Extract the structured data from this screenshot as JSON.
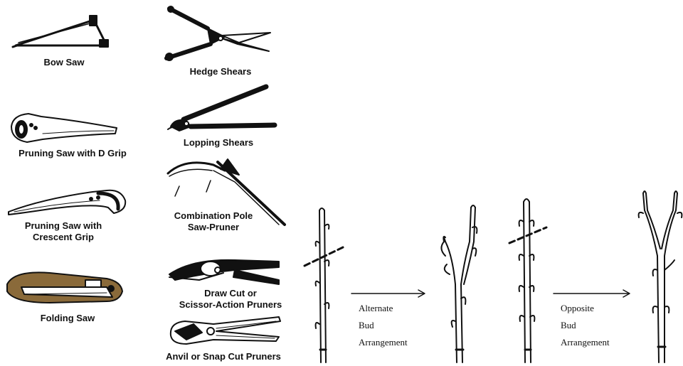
{
  "tools": {
    "bow_saw": "Bow Saw",
    "hedge_shears": "Hedge Shears",
    "pruning_saw_d_grip": "Pruning Saw with D Grip",
    "lopping_shears": "Lopping Shears",
    "pruning_saw_crescent_line1": "Pruning Saw with",
    "pruning_saw_crescent_line2": "Crescent Grip",
    "combination_pole_line1": "Combination Pole",
    "combination_pole_line2": "Saw-Pruner",
    "folding_saw": "Folding Saw",
    "draw_cut_line1": "Draw Cut or",
    "draw_cut_line2": "Scissor-Action Pruners",
    "anvil_pruners": "Anvil or Snap Cut Pruners"
  },
  "pruning": {
    "alternate": [
      "Alternate",
      "Bud",
      "Arrangement"
    ],
    "opposite": [
      "Opposite",
      "Bud",
      "Arrangement"
    ]
  },
  "colors": {
    "ink": "#111111",
    "wood": "#8a6a3a",
    "paper": "#ffffff"
  }
}
